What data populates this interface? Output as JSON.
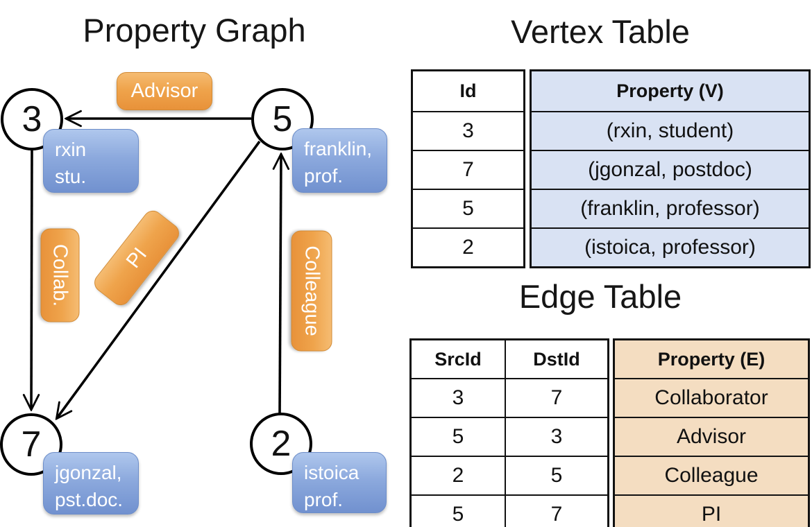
{
  "graph": {
    "title": "Property Graph",
    "nodes": [
      {
        "id": "3",
        "line1": "rxin",
        "line2": "stu."
      },
      {
        "id": "5",
        "line1": "franklin,",
        "line2": "prof."
      },
      {
        "id": "7",
        "line1": "jgonzal,",
        "line2": "pst.doc."
      },
      {
        "id": "2",
        "line1": "istoica",
        "line2": "prof."
      }
    ],
    "edge_labels": {
      "advisor": "Advisor",
      "collab": "Collab.",
      "pi": "PI",
      "colleague": "Colleague"
    }
  },
  "vertex_table": {
    "title": "Vertex Table",
    "headers": {
      "id": "Id",
      "property": "Property (V)"
    },
    "rows": [
      {
        "id": "3",
        "property": "(rxin, student)"
      },
      {
        "id": "7",
        "property": "(jgonzal, postdoc)"
      },
      {
        "id": "5",
        "property": "(franklin, professor)"
      },
      {
        "id": "2",
        "property": "(istoica, professor)"
      }
    ]
  },
  "edge_table": {
    "title": "Edge Table",
    "headers": {
      "src": "SrcId",
      "dst": "DstId",
      "property": "Property (E)"
    },
    "rows": [
      {
        "src": "3",
        "dst": "7",
        "property": "Collaborator"
      },
      {
        "src": "5",
        "dst": "3",
        "property": "Advisor"
      },
      {
        "src": "2",
        "dst": "5",
        "property": "Colleague"
      },
      {
        "src": "5",
        "dst": "7",
        "property": "PI"
      }
    ]
  },
  "colors": {
    "edge_label_orange": "#EFA44C",
    "node_label_blue": "#8CA9DD",
    "vertex_property_fill": "#D9E2F3",
    "edge_property_fill": "#F4DDC1",
    "line_black": "#000000"
  }
}
